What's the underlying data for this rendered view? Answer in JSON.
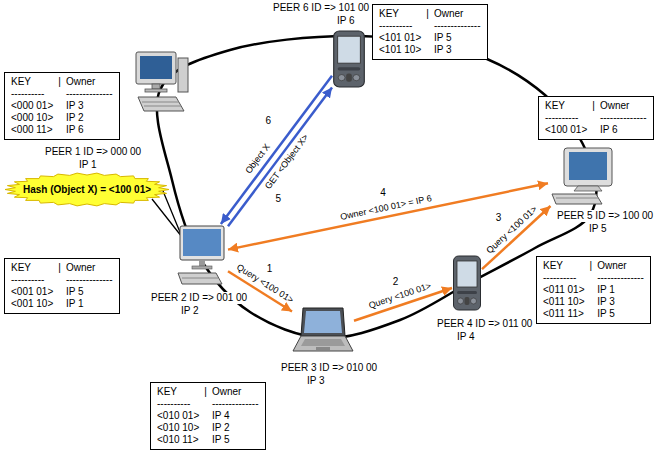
{
  "diagram": {
    "nodes": [
      {
        "text": [
          "PEER 6 ID => 101 00",
          "IP 6"
        ]
      },
      {
        "text": [
          "KEY",
          "|",
          "Owner",
          "----------",
          "--------------",
          "<101 01>",
          "IP 5",
          "<101 10>",
          "IP 3"
        ]
      },
      {
        "text": [
          "KEY",
          "|",
          "Owner",
          "----------",
          "--------------",
          "<000 01>",
          "IP 3",
          "<000 10>",
          "IP 2",
          "<000 11>",
          "IP 6"
        ]
      },
      {
        "text": [
          "PEER 1 ID => 000 00",
          "IP 1"
        ]
      },
      {
        "text": [
          "KEY",
          "|",
          "Owner",
          "----------",
          "--------------",
          "<100 01>",
          "IP 6"
        ]
      },
      {
        "text": [
          "PEER 5 ID => 100 00",
          "IP 5"
        ]
      },
      {
        "text": [
          "Hash (Object X) = <100 01>"
        ]
      },
      {
        "text": [
          "PEER 2 ID => 001 00",
          "IP 2"
        ]
      },
      {
        "text": [
          "KEY",
          "|",
          "Owner",
          "----------",
          "--------------",
          "<001 01>",
          "IP 5",
          "<001 10>",
          "IP 1"
        ]
      },
      {
        "text": [
          "KEY",
          "|",
          "Owner",
          "----------",
          "--------------",
          "<011 01>",
          "IP 1",
          "<011 10>",
          "IP 3",
          "<011 11>",
          "IP 5"
        ]
      },
      {
        "text": [
          "PEER 4 ID => 011 00",
          "IP 4"
        ]
      },
      {
        "text": [
          "PEER 3 ID => 010 00",
          "IP 3"
        ]
      },
      {
        "text": [
          "KEY",
          "|",
          "Owner",
          "----------",
          "--------------",
          "<010 01>",
          "IP 4",
          "<010 10>",
          "IP 2",
          "<010 11>",
          "IP 5"
        ]
      }
    ],
    "edges": [
      {
        "from": 7,
        "to": 11,
        "arrow": "to",
        "label": "Query <100 01>"
      },
      {
        "from": 11,
        "to": 10,
        "arrow": "to",
        "label": "Query <100 01>"
      },
      {
        "from": 10,
        "to": 5,
        "arrow": "to",
        "label": "Query <100 01>"
      },
      {
        "from": 5,
        "to": 7,
        "arrow": "both",
        "label": "Owner <100 01> = IP 6"
      },
      {
        "from": 7,
        "to": 0,
        "arrow": "to",
        "label": "GET <Object X>"
      },
      {
        "from": 0,
        "to": 7,
        "arrow": "to",
        "label": "Object X"
      }
    ],
    "labels": [
      "1",
      "2",
      "3",
      "4",
      "5",
      "6"
    ]
  }
}
